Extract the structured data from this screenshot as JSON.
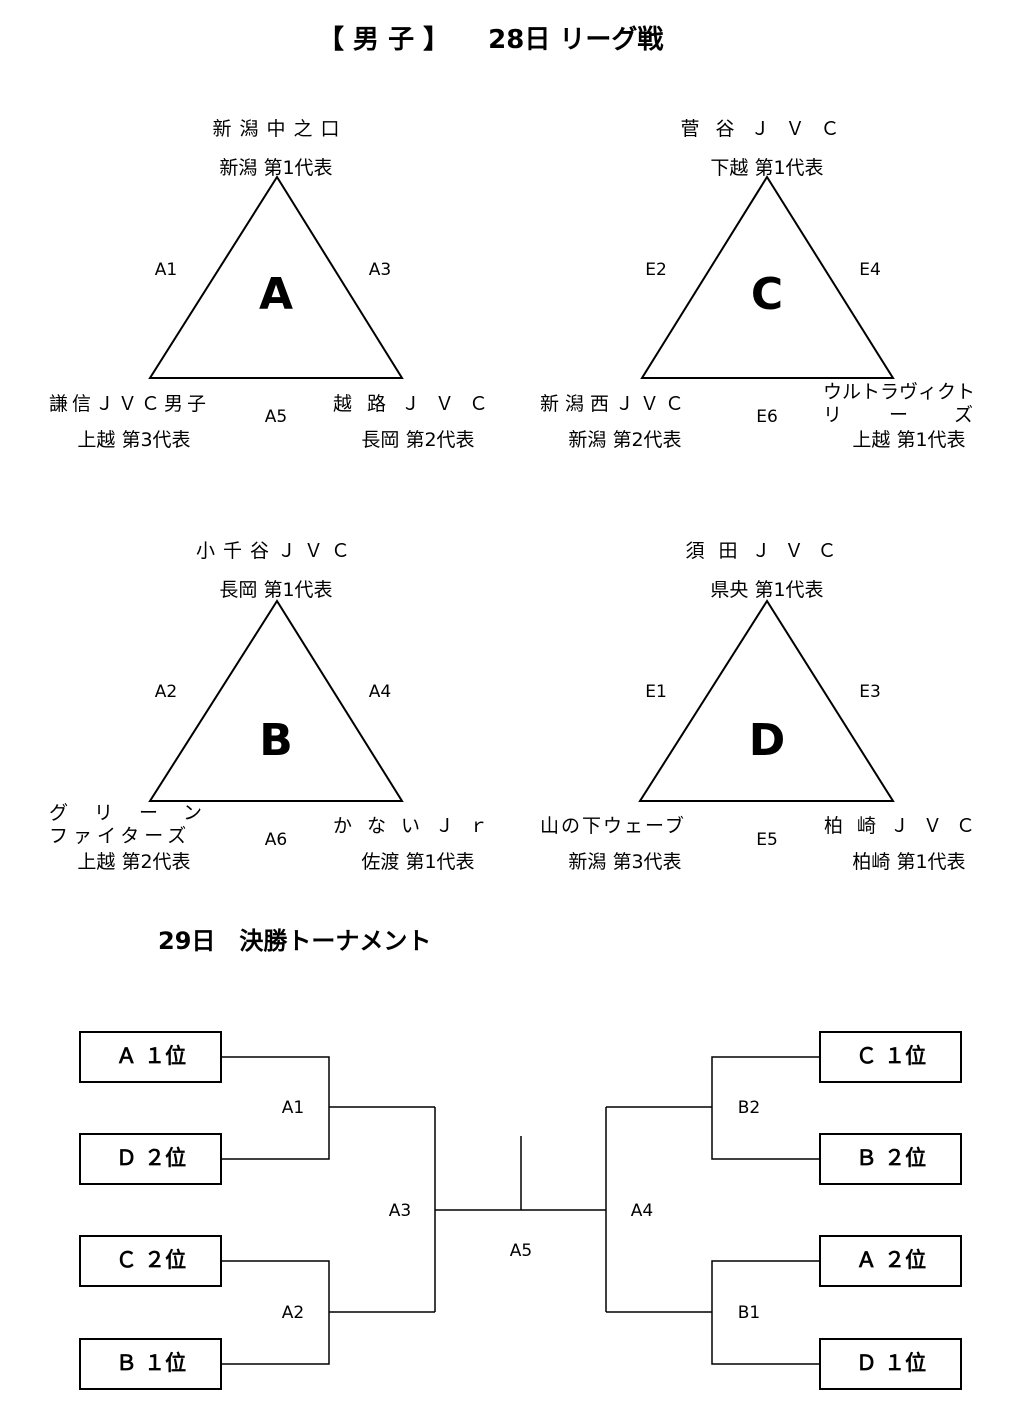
{
  "titles": {
    "day28": "【 男 子 】　　28日 リーグ戦",
    "day29": "29日　決勝トーナメント"
  },
  "groups": {
    "A": {
      "letter": "A",
      "top_team": "新潟中之口",
      "top_rep": "新潟 第1代表",
      "left_team": "謙信ＪＶＣ男子",
      "left_rep": "上越 第3代表",
      "right_team": "越路ＪＶＣ",
      "right_rep": "長岡 第2代表",
      "m_left": "A1",
      "m_right": "A3",
      "m_bottom": "A5"
    },
    "B": {
      "letter": "B",
      "top_team": "小千谷ＪＶＣ",
      "top_rep": "長岡 第1代表",
      "left_team1": "グリーン",
      "left_team2": "ファイターズ",
      "left_rep": "上越 第2代表",
      "right_team": "かないＪｒ",
      "right_rep": "佐渡 第1代表",
      "m_left": "A2",
      "m_right": "A4",
      "m_bottom": "A6"
    },
    "C": {
      "letter": "C",
      "top_team": "菅谷ＪＶＣ",
      "top_rep": "下越 第1代表",
      "left_team": "新潟西ＪＶＣ",
      "left_rep": "新潟 第2代表",
      "right_team1": "ウルトラヴィクト",
      "right_team2": "リーズ",
      "right_rep": "上越 第1代表",
      "m_left": "E2",
      "m_right": "E4",
      "m_bottom": "E6"
    },
    "D": {
      "letter": "D",
      "top_team": "須田ＪＶＣ",
      "top_rep": "県央 第1代表",
      "left_team": "山の下ウェーブ",
      "left_rep": "新潟 第3代表",
      "right_team": "柏崎ＪＶＣ",
      "right_rep": "柏崎 第1代表",
      "m_left": "E1",
      "m_right": "E3",
      "m_bottom": "E5"
    }
  },
  "bracket": {
    "boxes": [
      "Ａ １位",
      "Ｄ ２位",
      "Ｃ ２位",
      "Ｂ １位",
      "Ｃ １位",
      "Ｂ ２位",
      "Ａ ２位",
      "Ｄ １位"
    ],
    "matches": {
      "a1": "A1",
      "a2": "A2",
      "a3": "A3",
      "a4": "A4",
      "a5": "A5",
      "b1": "B1",
      "b2": "B2"
    }
  }
}
